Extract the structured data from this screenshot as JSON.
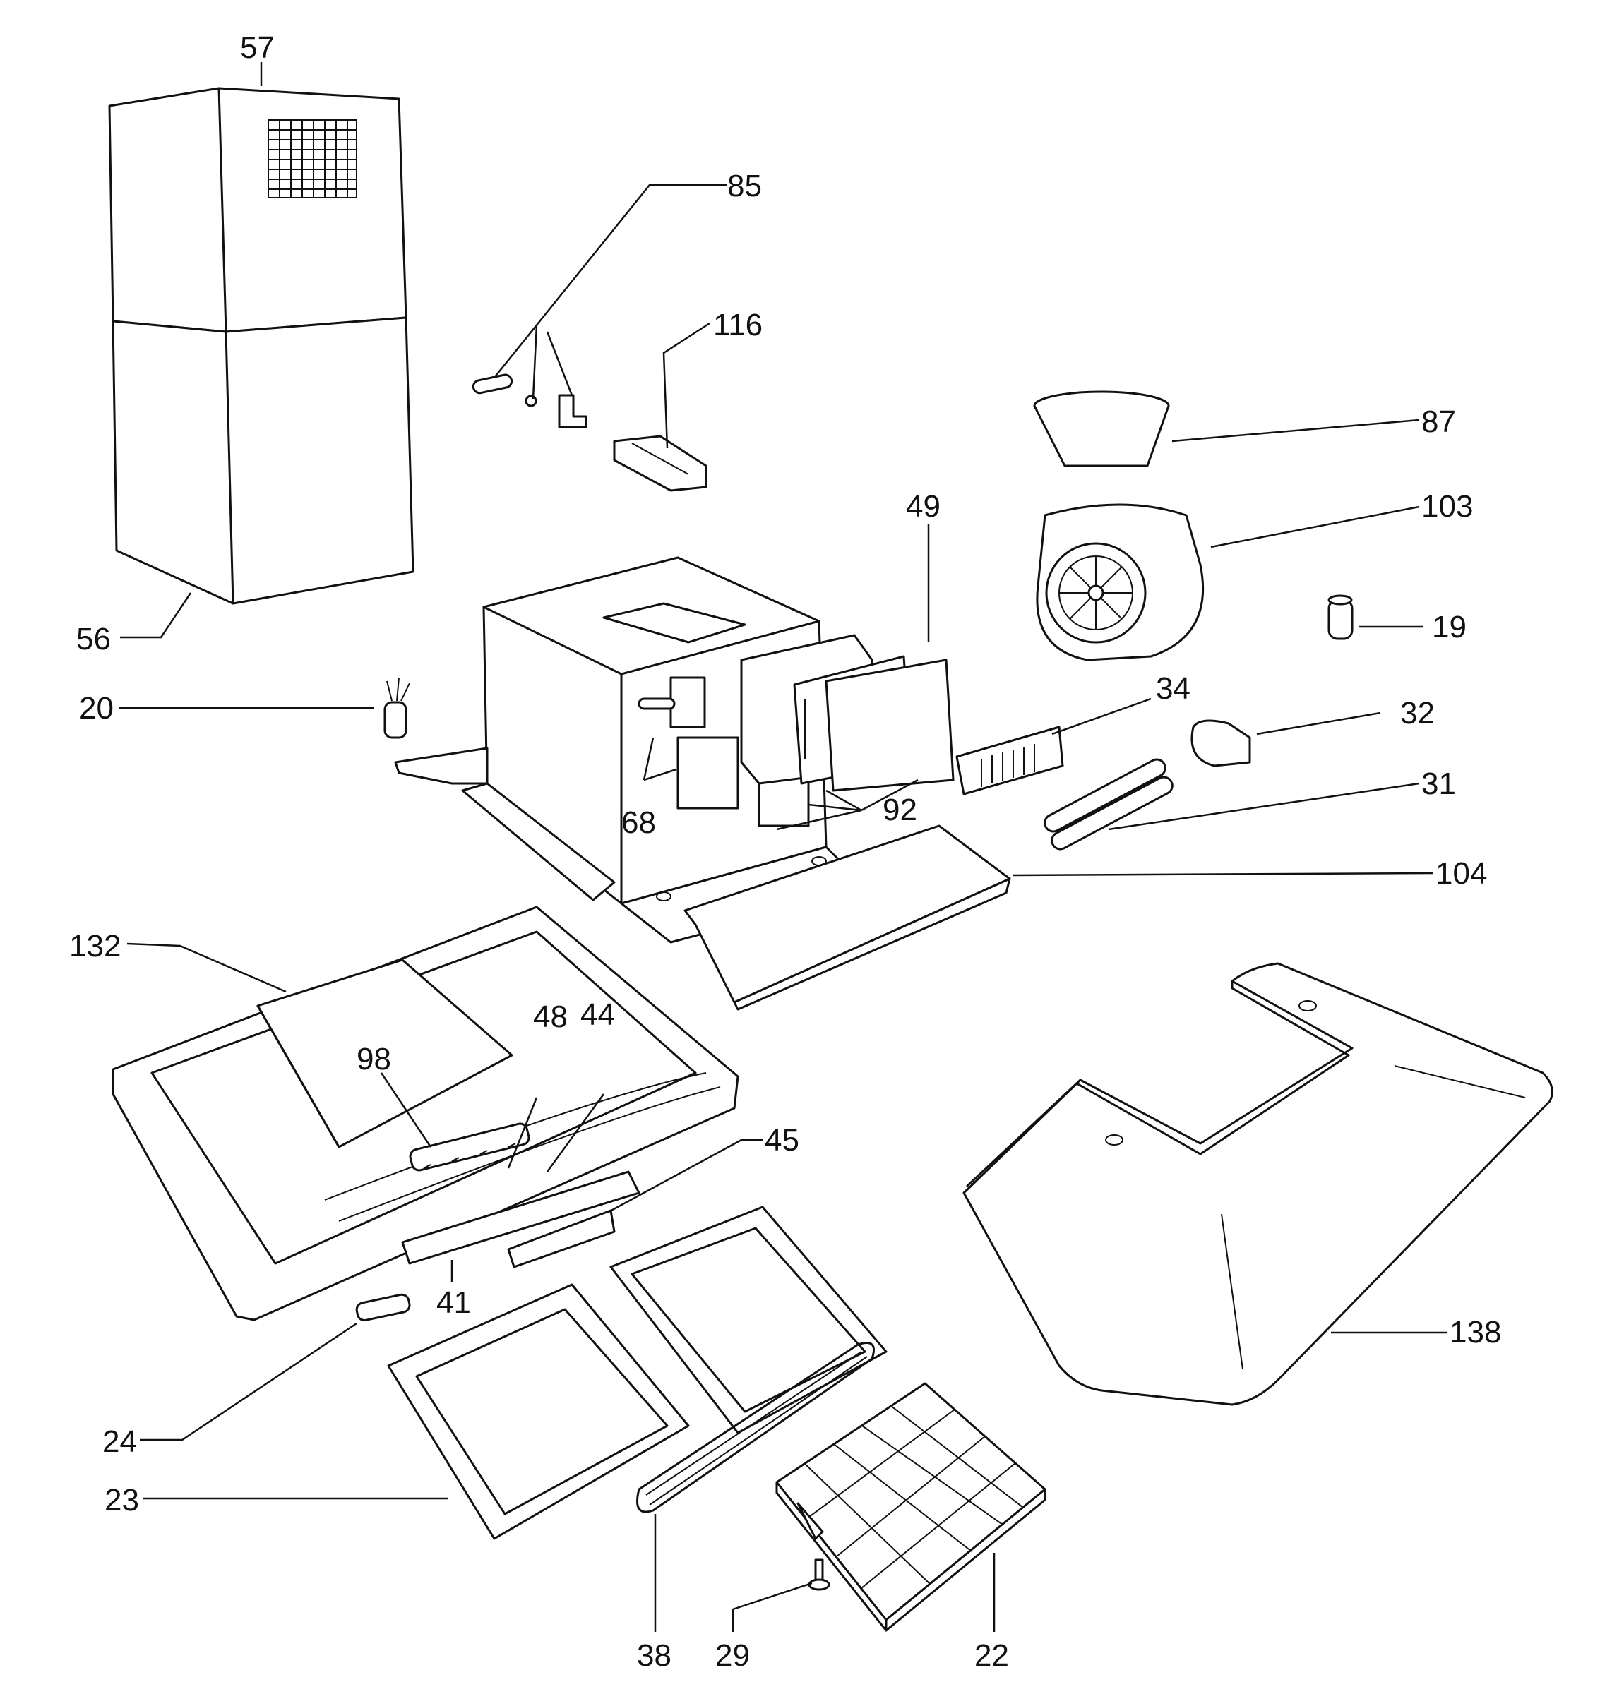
{
  "labels": {
    "l57": "57",
    "l85": "85",
    "l116": "116",
    "l87": "87",
    "l103": "103",
    "l49": "49",
    "l19": "19",
    "l56": "56",
    "l20": "20",
    "l34": "34",
    "l32": "32",
    "l31": "31",
    "l68": "68",
    "l92": "92",
    "l104": "104",
    "l132": "132",
    "l48": "48",
    "l44": "44",
    "l98": "98",
    "l45": "45",
    "l41": "41",
    "l138": "138",
    "l24": "24",
    "l23": "23",
    "l38": "38",
    "l29": "29",
    "l22": "22"
  }
}
